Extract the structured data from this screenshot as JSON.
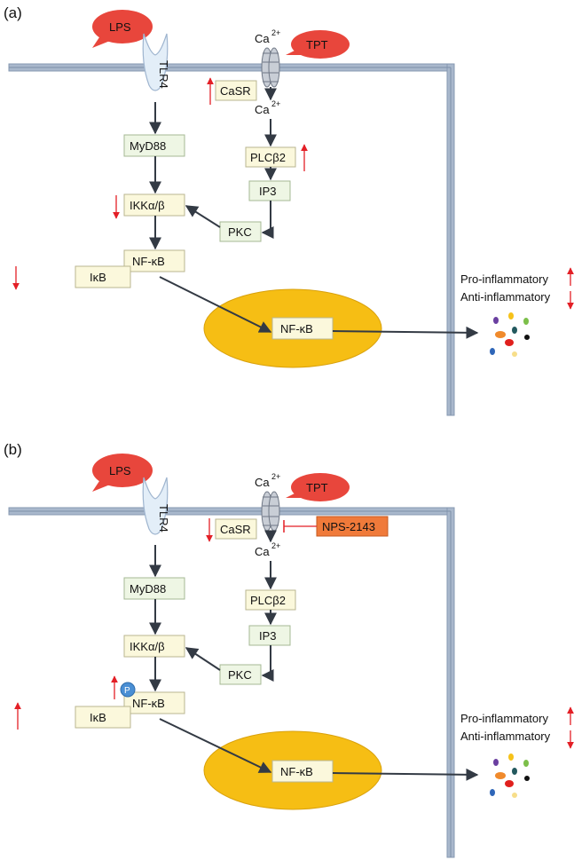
{
  "panels": [
    {
      "label": "(a)",
      "lps": "LPS",
      "tlr4": "TLR4",
      "ca_out": "Ca",
      "ca_in": "Ca",
      "ca_charge": "2+",
      "tpt": "TPT",
      "casr": "CaSR",
      "myd88": "MyD88",
      "plcb2": "PLCβ2",
      "ip3": "IP3",
      "ikk": "IKKα/β",
      "pkc": "PKC",
      "nfkb": "NF-κB",
      "ikb": "IκB",
      "nfkb_nucleus": "NF-κB",
      "pro": "Pro-inflammatory",
      "anti": "Anti-inflammatory"
    },
    {
      "label": "(b)",
      "lps": "LPS",
      "tlr4": "TLR4",
      "ca_out": "Ca",
      "ca_in": "Ca",
      "ca_charge": "2+",
      "tpt": "TPT",
      "casr": "CaSR",
      "nps": "NPS-2143",
      "myd88": "MyD88",
      "plcb2": "PLCβ2",
      "ip3": "IP3",
      "ikk": "IKKα/β",
      "pkc": "PKC",
      "phospho": "P",
      "nfkb": "NF-κB",
      "ikb": "IκB",
      "nfkb_nucleus": "NF-κB",
      "pro": "Pro-inflammatory",
      "anti": "Anti-inflammatory"
    }
  ],
  "colors": {
    "membrane": "#a9b8cc",
    "lps": "#e8463c",
    "box_green": "#eef6e4",
    "box_yellow": "#fbf8dc",
    "nucleus": "#f6be14",
    "inhibitor": "#f07a3a",
    "reg_arrow": "#e31f26",
    "pathway_arrow": "#333a44",
    "phospho": "#4a8fd4"
  },
  "icons": [
    "lps-cloud-icon",
    "tpt-cloud-icon",
    "tlr4-receptor-icon",
    "ion-channel-icon",
    "phosphate-icon",
    "cytokine-dots-icon"
  ]
}
